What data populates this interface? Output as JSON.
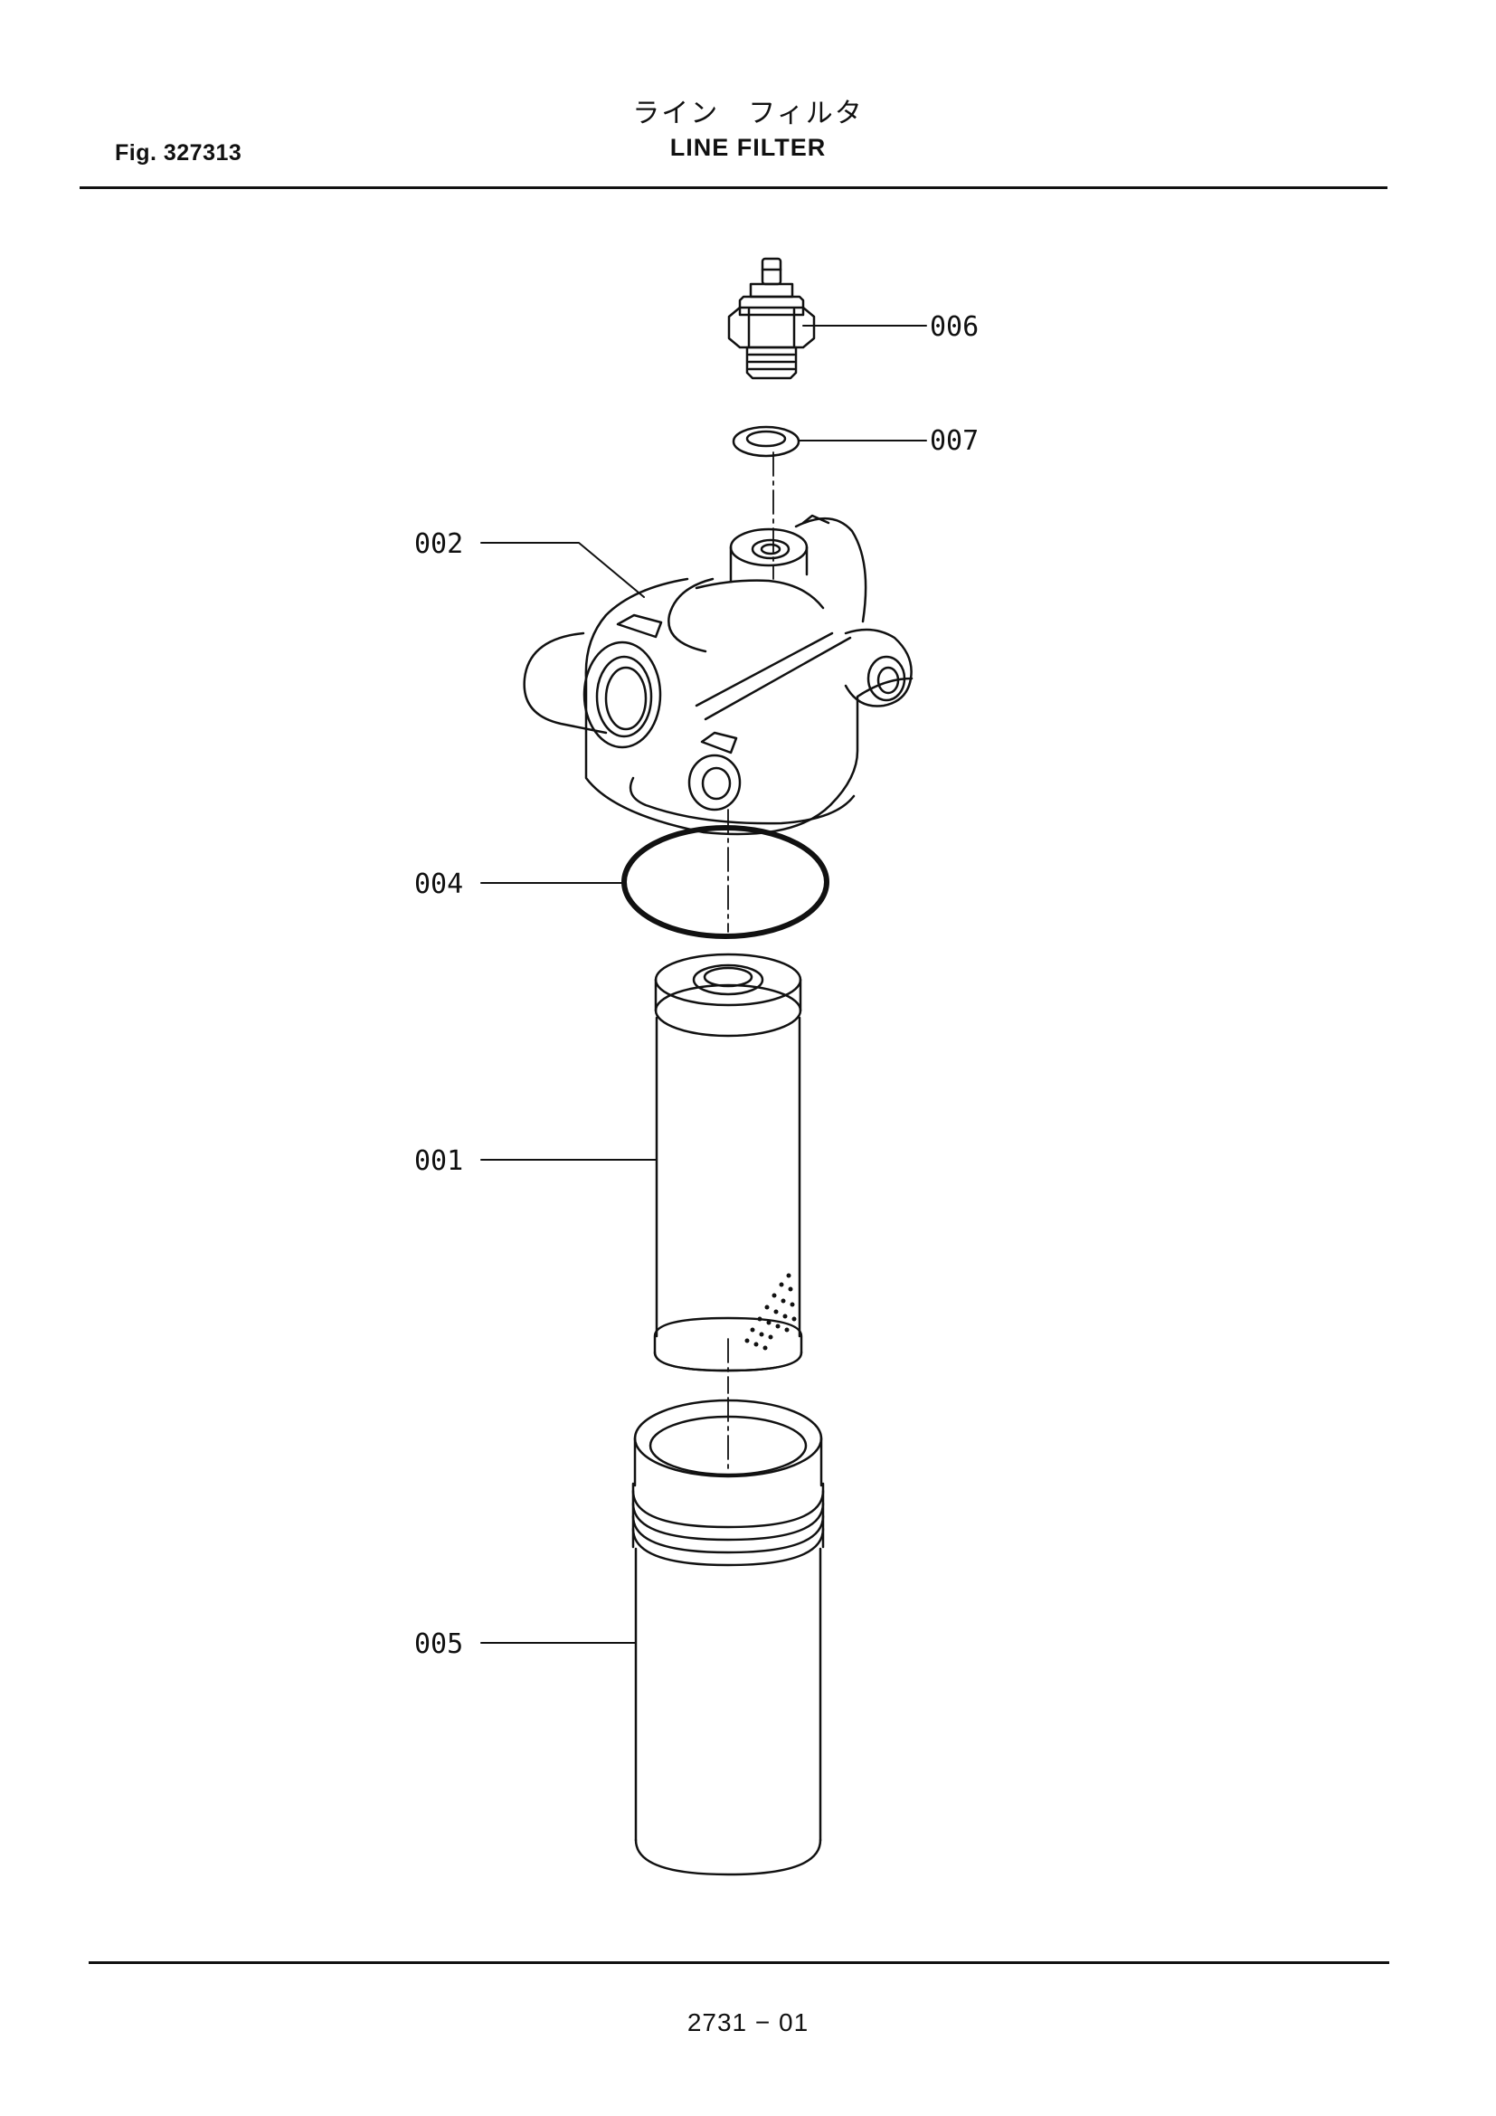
{
  "header": {
    "figure_id": "Fig. 327313",
    "title_japanese": "ライン　フィルタ",
    "title_english": "LINE FILTER"
  },
  "footer": {
    "page_number": "2731 − 01"
  },
  "callouts": {
    "c006": "006",
    "c007": "007",
    "c002": "002",
    "c004": "004",
    "c001": "001",
    "c005": "005"
  }
}
